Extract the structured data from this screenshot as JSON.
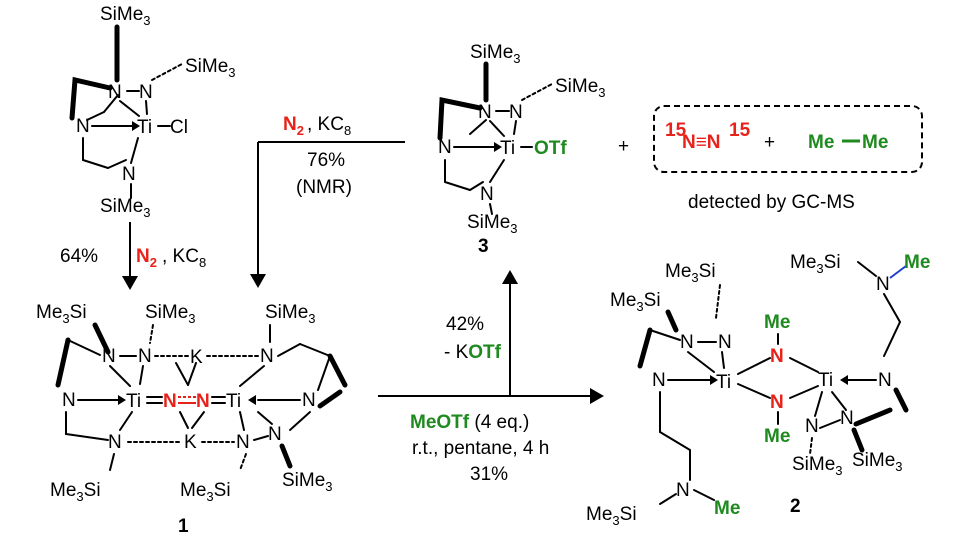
{
  "labels": {
    "si": "SiMe",
    "sub3": "3",
    "me3si": "Me",
    "si_part": "Si",
    "n": "N",
    "ti": "Ti",
    "k": "K",
    "cl": "Cl",
    "otf": "OTf",
    "me": "Me",
    "plus": "+",
    "minus_k": "- K",
    "otf_short": "OTf",
    "meotf": "MeOTf",
    "eq": " (4 eq.)",
    "n2": "N",
    "sub2": "2",
    "kc8": ", KC",
    "sub8": "8",
    "sup15": "15",
    "n_triple": "N≡N",
    "me_me": "Me",
    "me_me2": "Me"
  },
  "conditions": {
    "top_yield": "76%",
    "top_note": "(NMR)",
    "left_yield": "64%",
    "k_yield": "42%",
    "bottom_solvent": "r.t., pentane, 4 h",
    "bottom_yield": "31%"
  },
  "compounds": {
    "c1": "1",
    "c2": "2",
    "c3": "3"
  },
  "gc_note": "detected by GC-MS",
  "colors": {
    "red": "#e8221b",
    "green": "#1f8a1f",
    "black": "#000000"
  }
}
